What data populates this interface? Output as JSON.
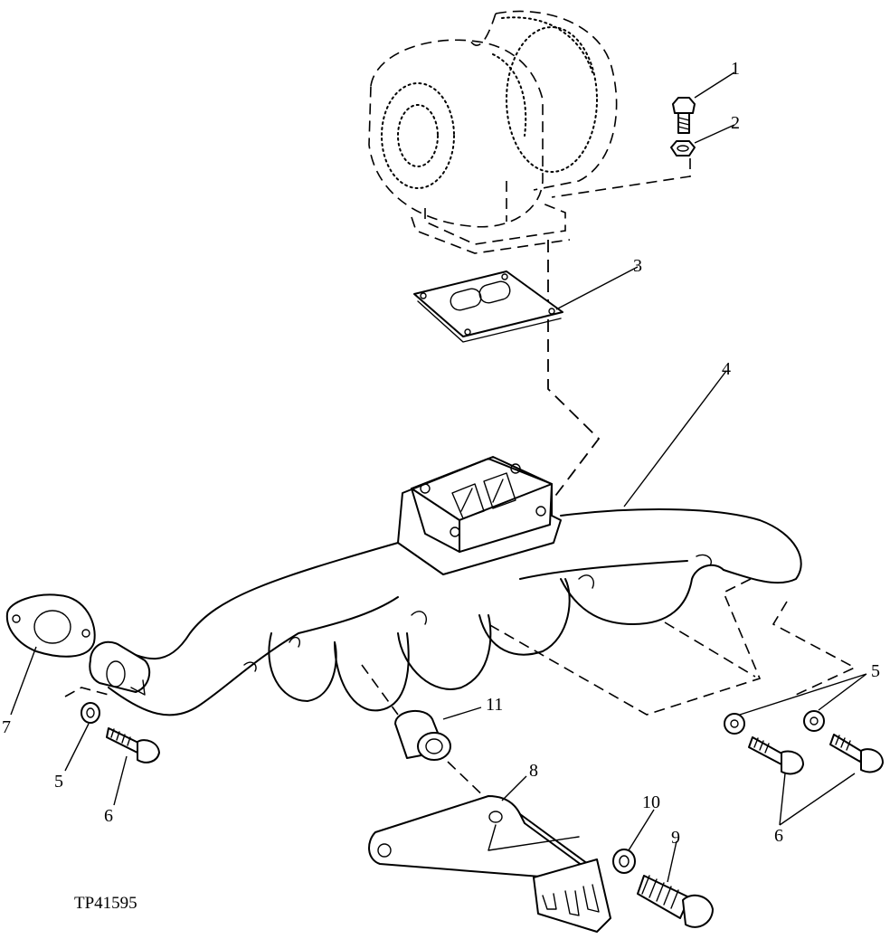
{
  "figure_code": "TP41595",
  "callouts": {
    "c1": "1",
    "c2": "2",
    "c3": "3",
    "c4": "4",
    "c5a": "5",
    "c5b": "5",
    "c6a": "6",
    "c6b": "6",
    "c7": "7",
    "c8": "8",
    "c9": "9",
    "c10": "10",
    "c11": "11"
  }
}
